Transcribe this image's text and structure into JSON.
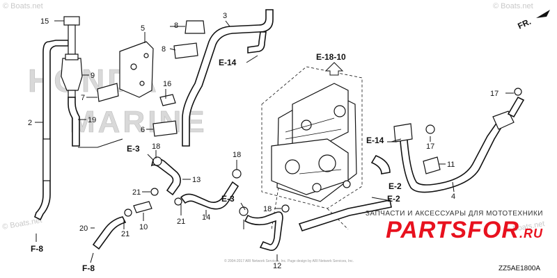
{
  "watermark": "© Boats.net",
  "background_logo": [
    "HONDA",
    "MARINE"
  ],
  "front_indicator": "FR.",
  "part_numbers": {
    "p2": "2",
    "p3": "3",
    "p4": "4",
    "p5": "5",
    "p6": "6",
    "p7": "7",
    "p8a": "8",
    "p8b": "8",
    "p9": "9",
    "p10": "10",
    "p11": "11",
    "p12": "12",
    "p13": "13",
    "p14": "14",
    "p15": "15",
    "p16": "16",
    "p17a": "17",
    "p17b": "17",
    "p18a": "18",
    "p18b": "18",
    "p18c": "18",
    "p19": "19",
    "p20": "20",
    "p21a": "21",
    "p21b": "21",
    "p21c": "21"
  },
  "references": {
    "e18_10": "E-18-10",
    "e14_top": "E-14",
    "e14_right": "E-14",
    "e3_left": "E-3",
    "e3_mid": "E-3",
    "e2_a": "E-2",
    "e2_b": "E-2",
    "f8_left": "F-8",
    "f8_bottom": "F-8"
  },
  "shop": {
    "caption": "ЗАПЧАСТИ И АКСЕССУАРЫ ДЛЯ МОТОТЕХНИКИ",
    "logo_main": "PARTSFOR",
    "logo_tld": ".RU"
  },
  "copyright": "© 2004-2017 ARI Network Services, Inc. Page design by ARI Network Services, Inc.",
  "diagram_code": "ZZ5AE1800A"
}
